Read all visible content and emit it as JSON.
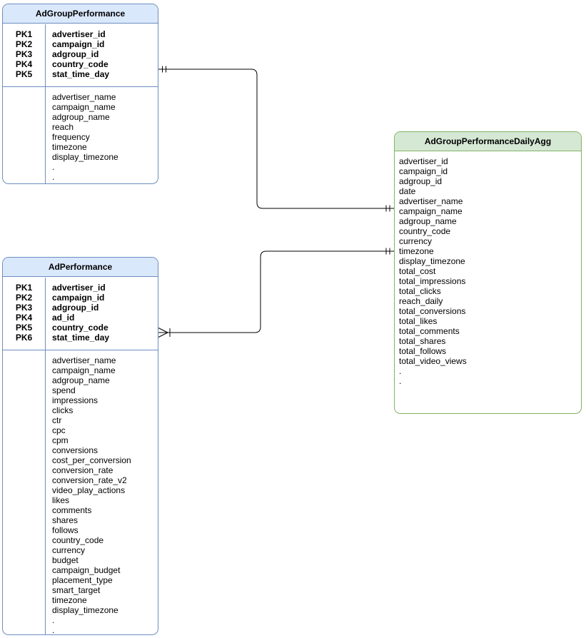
{
  "diagram": {
    "type": "entity-relationship",
    "tables": [
      {
        "title": "AdGroupPerformance",
        "theme": "blue",
        "pk_rows": [
          {
            "key": "PK1",
            "name": "advertiser_id"
          },
          {
            "key": "PK2",
            "name": "campaign_id"
          },
          {
            "key": "PK3",
            "name": "adgroup_id"
          },
          {
            "key": "PK4",
            "name": "country_code"
          },
          {
            "key": "PK5",
            "name": "stat_time_day"
          }
        ],
        "attributes": [
          "advertiser_name",
          "campaign_name",
          "adgroup_name",
          "reach",
          "frequency",
          "timezone",
          "display_timezone",
          ".",
          "."
        ]
      },
      {
        "title": "AdPerformance",
        "theme": "blue",
        "pk_rows": [
          {
            "key": "PK1",
            "name": "advertiser_id"
          },
          {
            "key": "PK2",
            "name": "campaign_id"
          },
          {
            "key": "PK3",
            "name": "adgroup_id"
          },
          {
            "key": "PK4",
            "name": "ad_id"
          },
          {
            "key": "PK5",
            "name": "country_code"
          },
          {
            "key": "PK6",
            "name": "stat_time_day"
          }
        ],
        "attributes": [
          "advertiser_name",
          "campaign_name",
          "adgroup_name",
          "spend",
          "impressions",
          "clicks",
          "ctr",
          "cpc",
          "cpm",
          "conversions",
          "cost_per_conversion",
          "conversion_rate",
          "conversion_rate_v2",
          "video_play_actions",
          "likes",
          "comments",
          "shares",
          "follows",
          "country_code",
          "currency",
          "budget",
          "campaign_budget",
          "placement_type",
          "smart_target",
          "timezone",
          "display_timezone",
          ".",
          "."
        ]
      },
      {
        "title": "AdGroupPerformanceDailyAgg",
        "theme": "green",
        "pk_rows": [],
        "attributes": [
          "advertiser_id",
          "campaign_id",
          "adgroup_id",
          "date",
          "advertiser_name",
          "campaign_name",
          "adgroup_name",
          "country_code",
          "currency",
          "timezone",
          "display_timezone",
          "total_cost",
          "total_impressions",
          "total_clicks",
          "reach_daily",
          "total_conversions",
          "total_likes",
          "total_comments",
          "total_shares",
          "total_follows",
          "total_video_views",
          ".",
          "."
        ]
      }
    ],
    "relationships": [
      {
        "from": "AdGroupPerformance",
        "to": "AdGroupPerformanceDailyAgg",
        "from_cardinality": "one-and-only-one",
        "to_cardinality": "one-and-only-one"
      },
      {
        "from": "AdPerformance",
        "to": "AdGroupPerformanceDailyAgg",
        "from_cardinality": "one-or-many",
        "to_cardinality": "one-and-only-one"
      }
    ]
  },
  "colors": {
    "blue-fill": "#dae8fc",
    "blue-border": "#6c8ebf",
    "green-fill": "#d5e8d4",
    "green-border": "#82b366",
    "line-color": "#000000",
    "text-color": "#000000",
    "bg": "#ffffff"
  }
}
